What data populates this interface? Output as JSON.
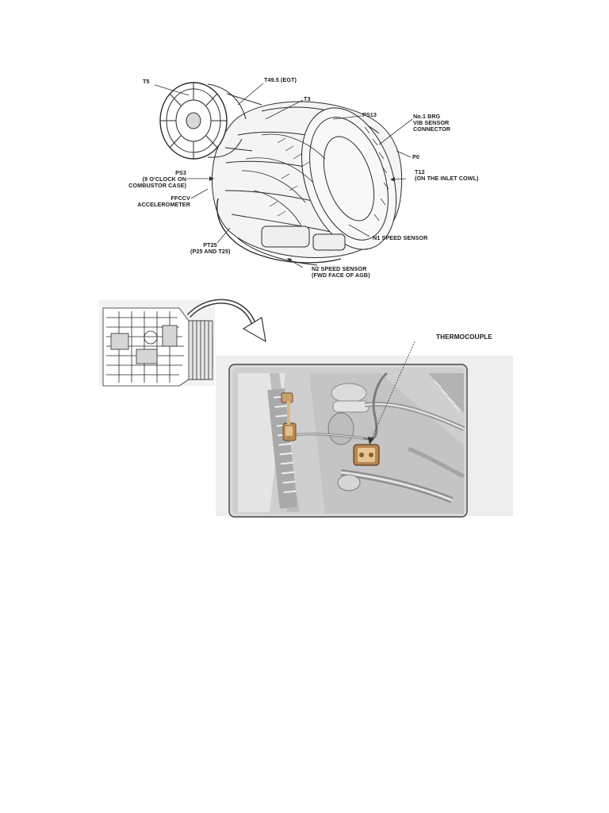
{
  "figure1": {
    "labels": {
      "t5": "T5",
      "t495": "T49.5 (EGT)",
      "t3": "T3",
      "ps13": "PS13",
      "no1brg": "No.1 BRG\nVIB SENSOR\nCONNECTOR",
      "p0": "P0",
      "t12": "T12\n(ON THE INLET COWL)",
      "ps3": "PS3\n(9 O'CLOCK ON\nCOMBUSTOR CASE)",
      "ffccv": "FFCCV\nACCELEROMETER",
      "n1": "N1 SPEED SENSOR",
      "pt25": "PT25\n(P25 AND T25)",
      "n2": "N2 SPEED SENSOR\n(FWD FACE OF AGB)"
    }
  },
  "figure2": {
    "labels": {
      "thermocouple": "THERMOCOUPLE"
    }
  }
}
